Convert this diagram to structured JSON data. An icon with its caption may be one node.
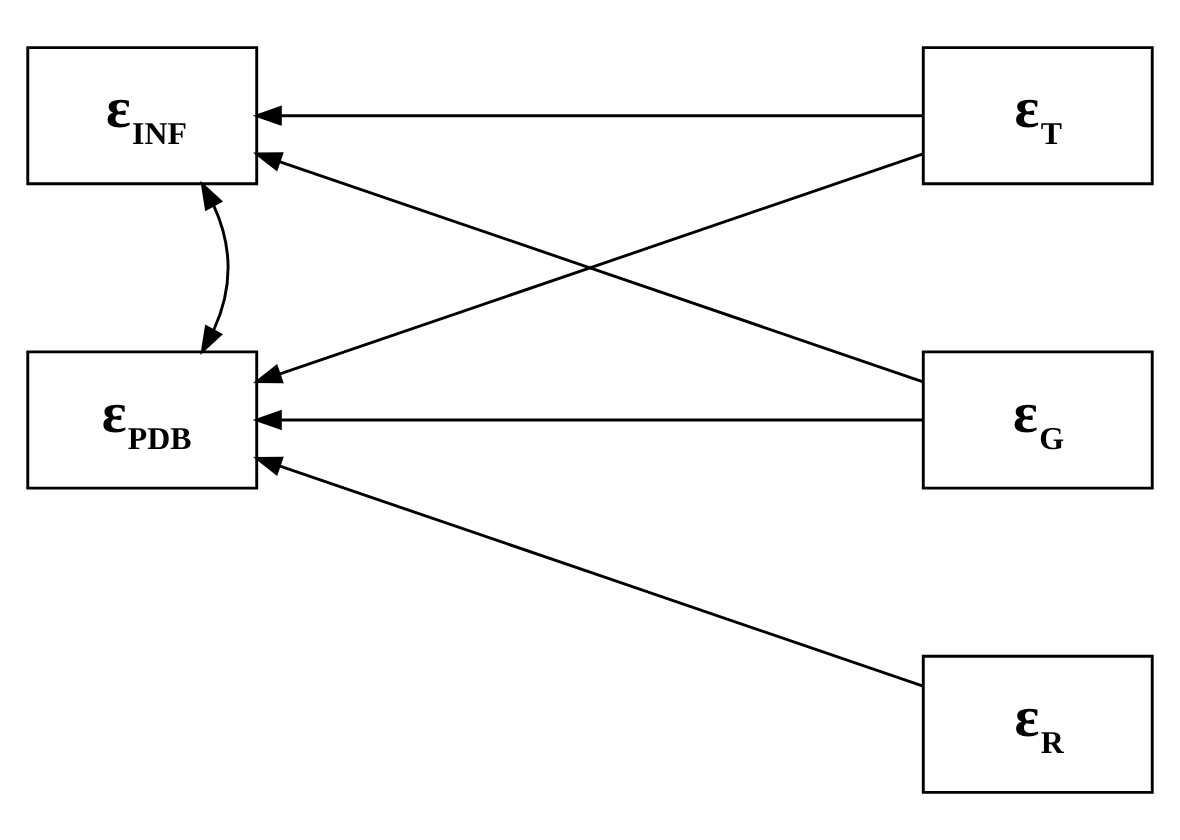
{
  "diagram": {
    "nodes": [
      {
        "text": [
          "ε$_{INF}$"
        ]
      },
      {
        "text": [
          "ε$_{T}$"
        ]
      },
      {
        "text": [
          "ε$_{G}$"
        ]
      },
      {
        "text": [
          "ε$_{PDB}$"
        ]
      },
      {
        "text": [
          "ε$_{R}$"
        ]
      }
    ],
    "edges": [
      {
        "from": 1,
        "to": 0,
        "arrow": "to"
      },
      {
        "from": 2,
        "to": 0,
        "arrow": "to"
      },
      {
        "from": 0,
        "to": 3,
        "arrow": "both"
      },
      {
        "from": 1,
        "to": 3,
        "arrow": "to"
      },
      {
        "from": 2,
        "to": 3,
        "arrow": "to"
      },
      {
        "from": 4,
        "to": 3,
        "arrow": "to"
      }
    ]
  }
}
